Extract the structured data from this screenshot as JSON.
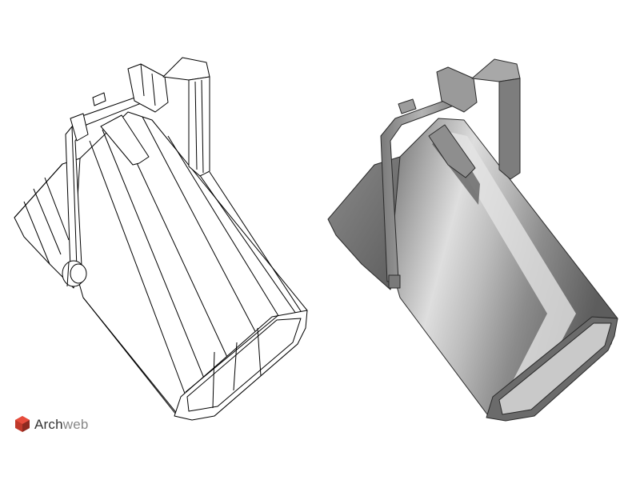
{
  "watermark": {
    "brand_primary": "Arch",
    "brand_secondary": "web",
    "icon": "hexagon-cube-icon",
    "icon_colors": [
      "#c0392b",
      "#8e2a20",
      "#e74c3c"
    ]
  },
  "views": [
    {
      "name": "wireframe",
      "icon": "spotlight-wireframe",
      "stroke": "#000000",
      "fill": "#ffffff"
    },
    {
      "name": "shaded",
      "icon": "spotlight-shaded",
      "stroke": "#2a2a2a",
      "fill": "#9a9a9a"
    }
  ]
}
